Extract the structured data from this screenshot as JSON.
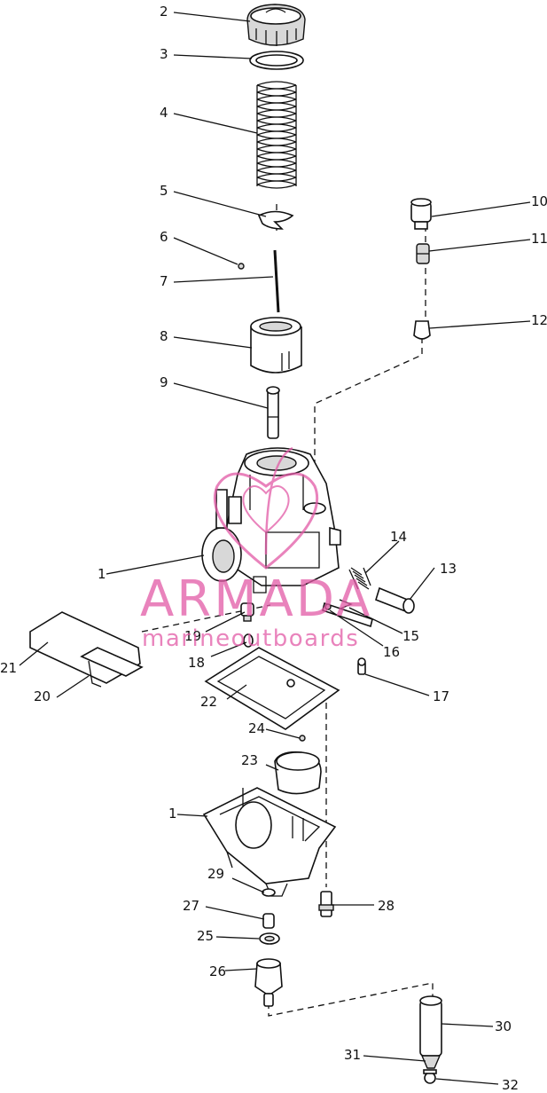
{
  "callouts": {
    "c2": "2",
    "c3": "3",
    "c4": "4",
    "c5": "5",
    "c6": "6",
    "c7": "7",
    "c8": "8",
    "c9": "9",
    "c10": "10",
    "c11": "11",
    "c12": "12",
    "c1a": "1",
    "c14": "14",
    "c13": "13",
    "c19": "19",
    "c15": "15",
    "c16": "16",
    "c21": "21",
    "c18": "18",
    "c20": "20",
    "c22": "22",
    "c17": "17",
    "c24": "24",
    "c23": "23",
    "c1b": "1",
    "c29": "29",
    "c28": "28",
    "c27": "27",
    "c25": "25",
    "c26": "26",
    "c30": "30",
    "c31": "31",
    "c32": "32"
  },
  "watermark": {
    "brand": "ARMADA",
    "tagline": "marineoutboards",
    "color": "#e25aa6"
  }
}
